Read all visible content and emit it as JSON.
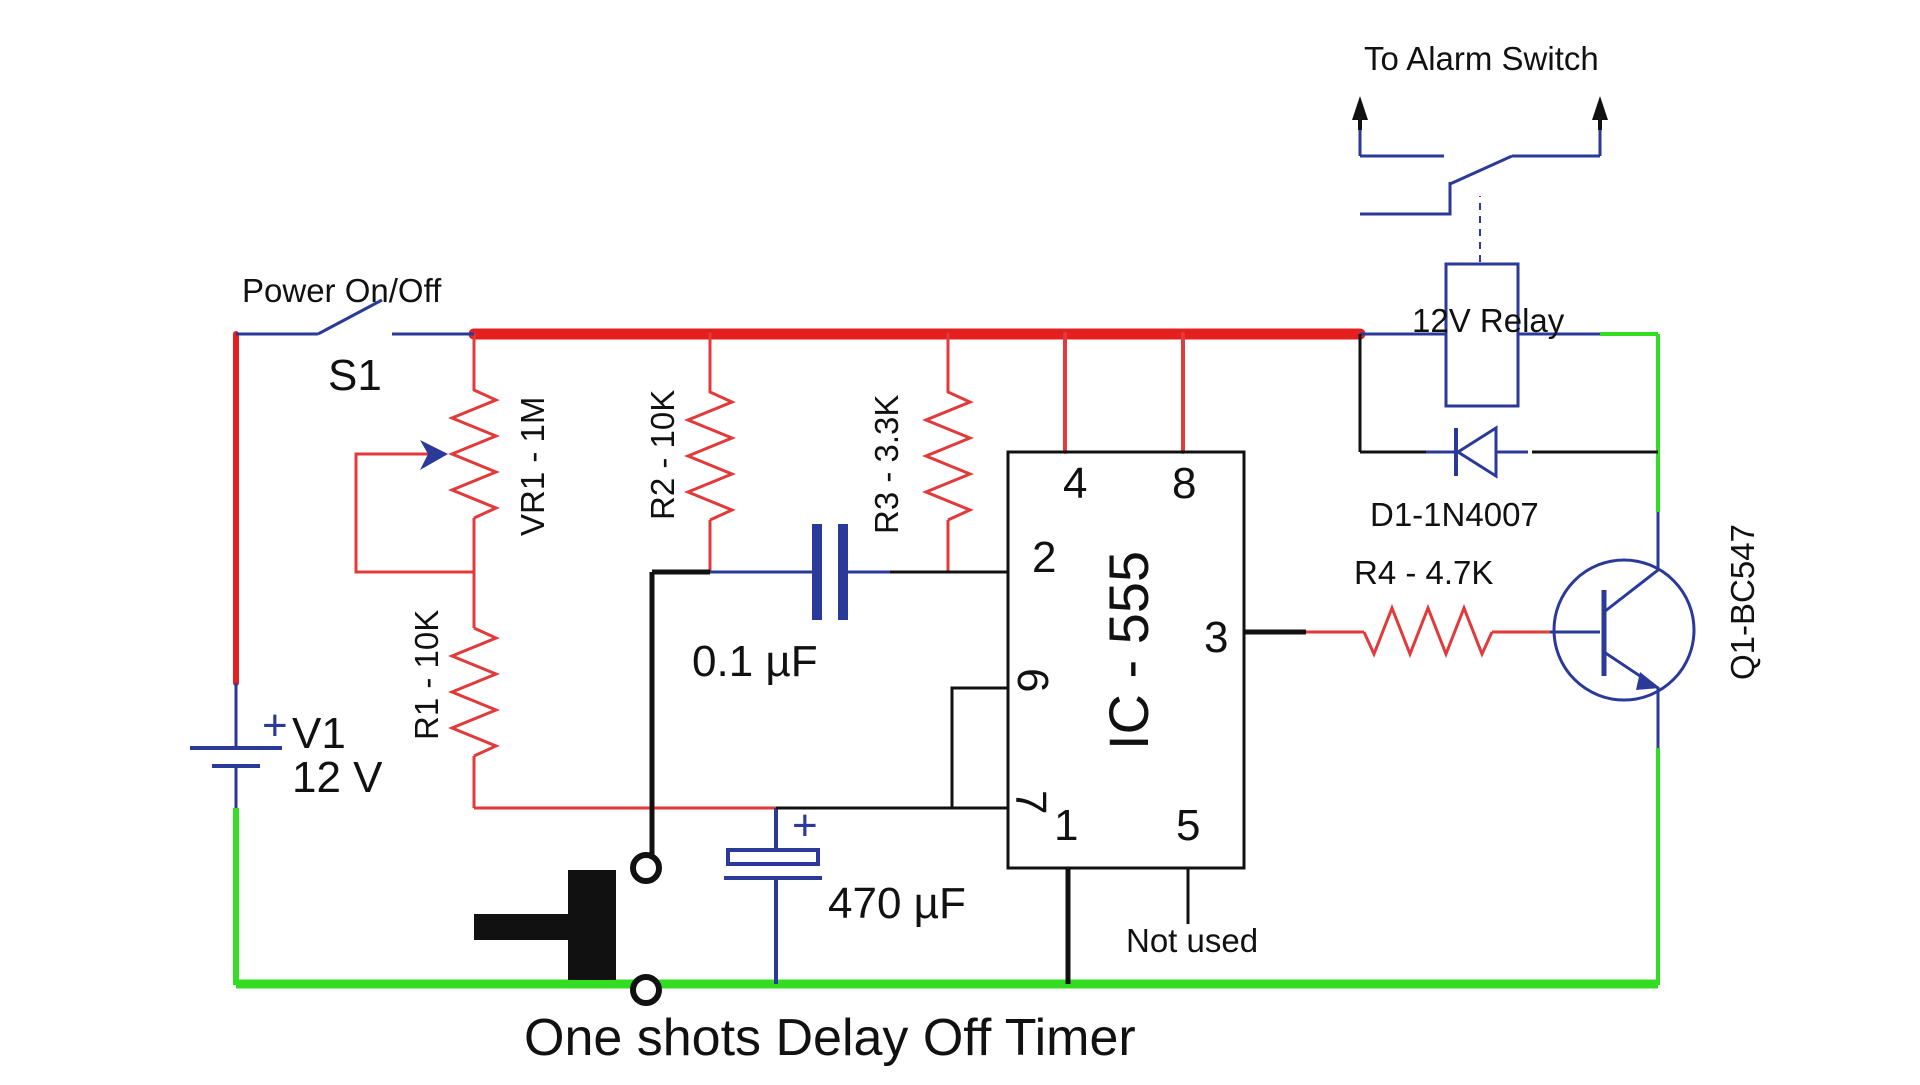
{
  "title": "One shots Delay Off Timer",
  "labels": {
    "alarm": "To Alarm Switch",
    "power_switch": "Power On/Off",
    "s1": "S1",
    "relay": "12V Relay",
    "diode": "D1-1N4007",
    "vr1": "VR1 - 1M",
    "r2": "R2 - 10K",
    "r3": "R3 - 3.3K",
    "r1": "R1 - 10K",
    "r4": "R4 - 4.7K",
    "transistor": "Q1-BC547",
    "c1": "0.1 µF",
    "c2": "470 µF",
    "battery_name": "V1",
    "battery_voltage": "12 V",
    "battery_plus": "+",
    "cap_plus": "+",
    "not_used": "Not used",
    "ic": "IC - 555"
  },
  "ic_pins": {
    "p4": "4",
    "p8": "8",
    "p2": "2",
    "p3": "3",
    "p6": "6",
    "p7": "7",
    "p1": "1",
    "p5": "5"
  },
  "colors": {
    "positive_rail": "#ee2222",
    "ground_rail": "#33dd22",
    "component_blue": "#2b3a99",
    "wire_black": "#111111",
    "red_wire": "#ee3333"
  }
}
